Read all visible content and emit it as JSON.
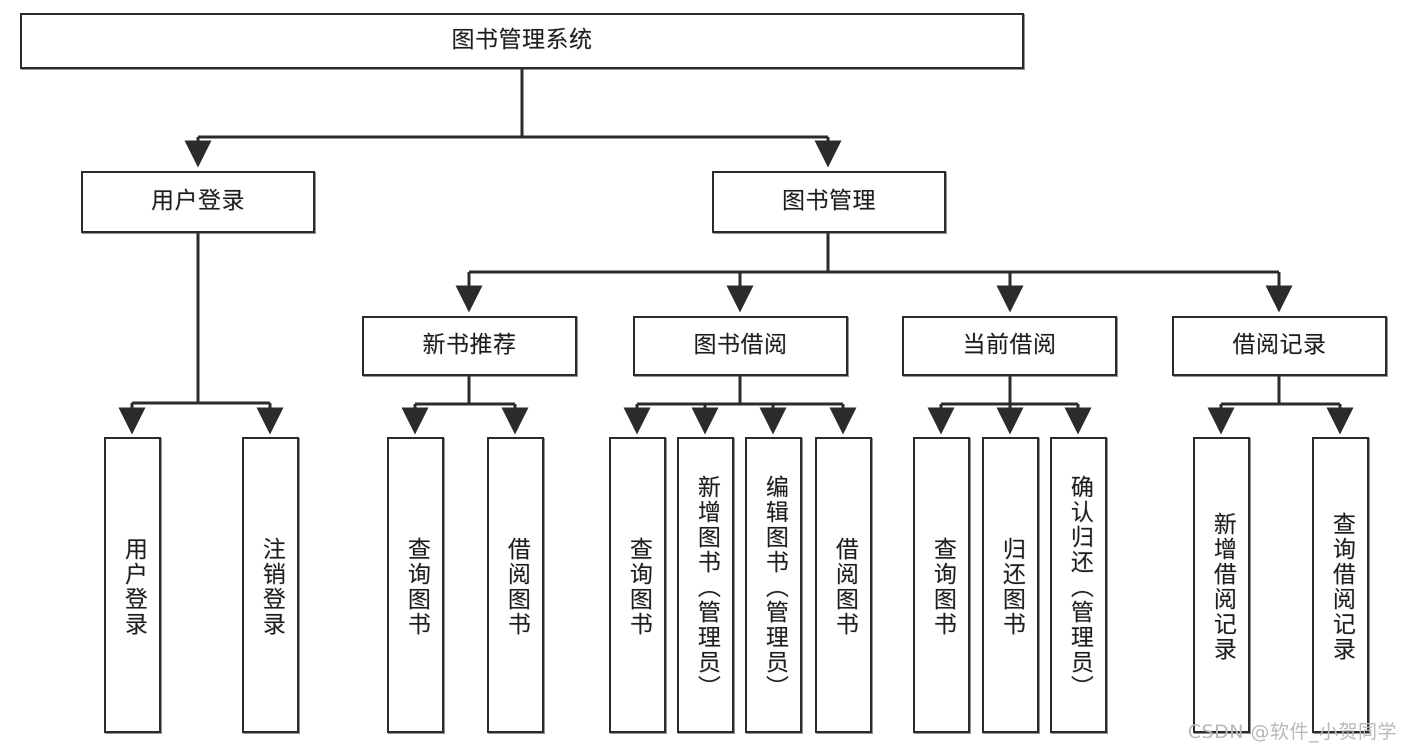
{
  "diagram": {
    "type": "tree",
    "title": "图书管理系统",
    "orientation": "top-down",
    "colors": {
      "box_border": "#2b2b2b",
      "box_fill": "#ffffff",
      "connector": "#2b2b2b",
      "text": "#1d1d1d",
      "watermark": "#b9b9b9"
    },
    "root": {
      "label": "图书管理系统",
      "level": 0
    },
    "level2": [
      {
        "label": "用户登录"
      },
      {
        "label": "图书管理"
      }
    ],
    "level3": [
      {
        "label": "新书推荐"
      },
      {
        "label": "图书借阅"
      },
      {
        "label": "当前借阅"
      },
      {
        "label": "借阅记录"
      }
    ],
    "leaves": {
      "user_login": [
        {
          "label": "用户登录"
        },
        {
          "label": "注销登录"
        }
      ],
      "new_book_recommend": [
        {
          "label": "查询图书"
        },
        {
          "label": "借阅图书"
        }
      ],
      "book_borrow": [
        {
          "label": "查询图书"
        },
        {
          "label": "新增图书（管理员）"
        },
        {
          "label": "编辑图书（管理员）"
        },
        {
          "label": "借阅图书"
        }
      ],
      "current_borrow": [
        {
          "label": "查询图书"
        },
        {
          "label": "归还图书"
        },
        {
          "label": "确认归还（管理员）"
        }
      ],
      "borrow_record": [
        {
          "label": "新增借阅记录"
        },
        {
          "label": "查询借阅记录"
        }
      ]
    }
  },
  "watermark": {
    "text": "CSDN @软件_小贺同学"
  }
}
